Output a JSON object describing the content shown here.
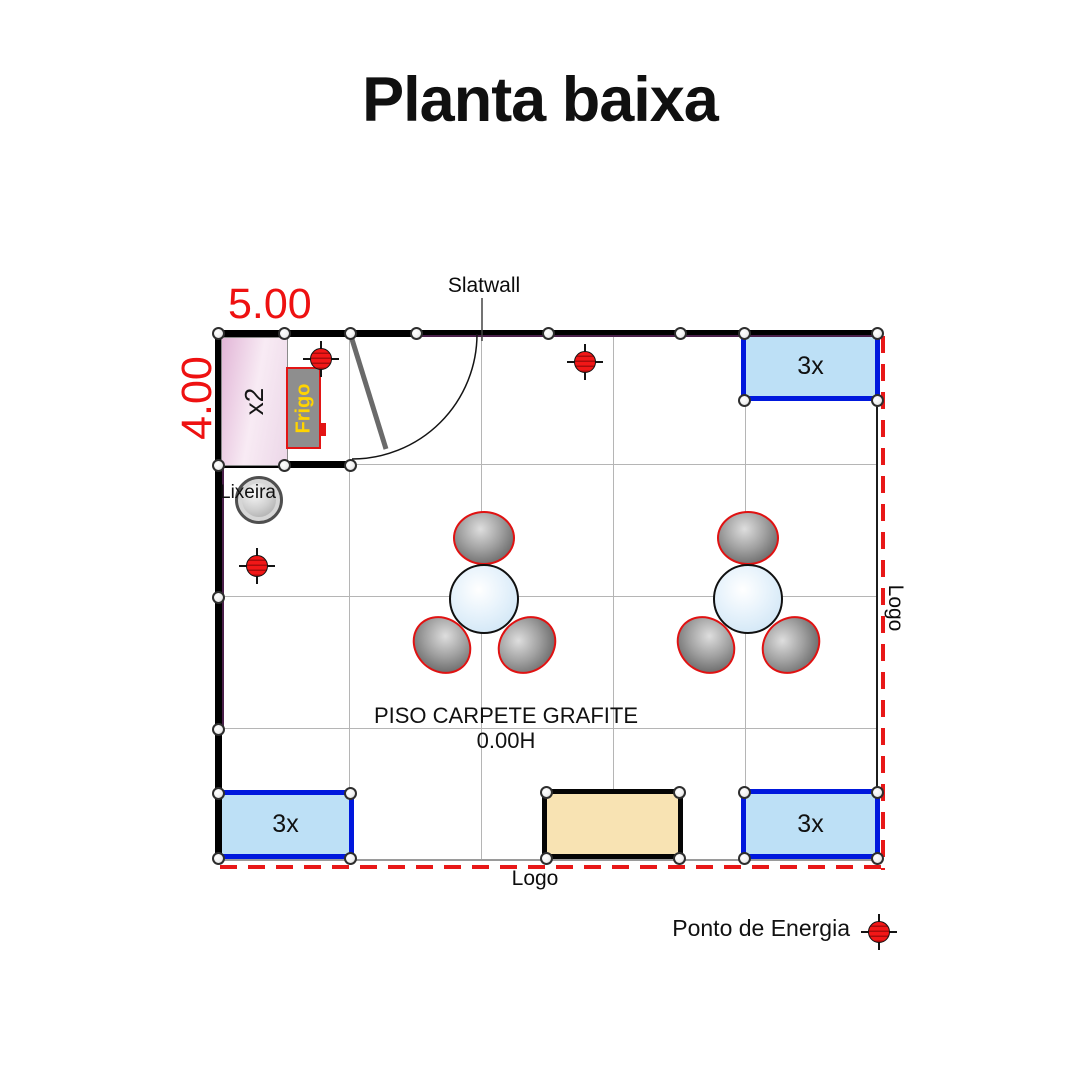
{
  "title": "Planta baixa",
  "dimensions": {
    "width": "5.00",
    "height": "4.00"
  },
  "labels": {
    "slatwall": "Slatwall",
    "trash": "Lixeira",
    "floor_type": "PISO CARPETE GRAFITE",
    "floor_height": "0.00H",
    "logo_bottom": "Logo",
    "logo_right": "Logo"
  },
  "fixtures": {
    "counter": "x2",
    "fridge": "Frigo",
    "shelf_top_right": "3x",
    "shelf_bottom_left": "3x",
    "shelf_bottom_right": "3x"
  },
  "legend": {
    "power_point": "Ponto de Energia"
  },
  "colors": {
    "dim-red": "#ee1111",
    "dash-red": "#e81818",
    "wall-black": "#000000",
    "slatwall-purple": "#4a1f4a",
    "shelf-blue": "#0018dd",
    "shelf-fill": "#bde0f6",
    "table-fill": "#c8e1f3",
    "beige-fill": "#f8e3b3",
    "fridge-gray": "#8e8e8e",
    "fridge-text": "#ffd400"
  }
}
